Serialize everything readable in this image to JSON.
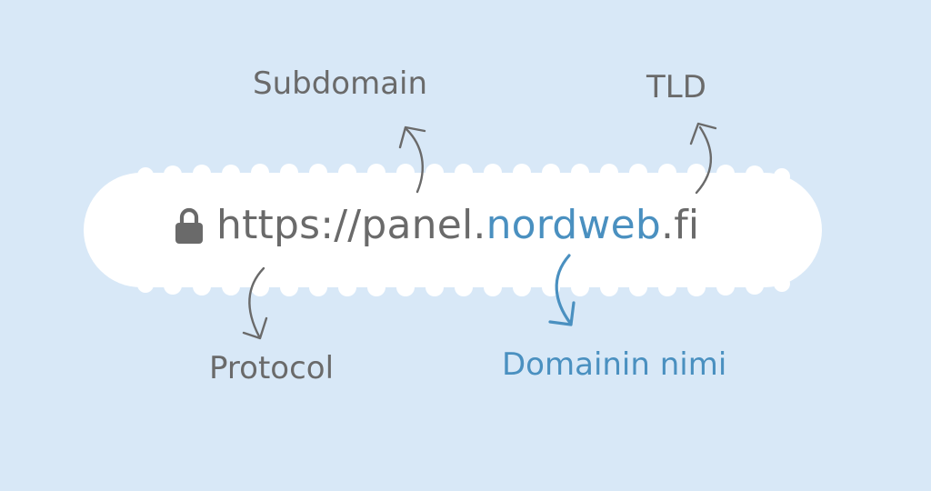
{
  "url": {
    "protocol_and_subdomain": "https://panel.",
    "domain": "nordweb",
    "tld": ".fi"
  },
  "labels": {
    "subdomain": "Subdomain",
    "tld": "TLD",
    "protocol": "Protocol",
    "domain_name": "Domainin nimi"
  },
  "colors": {
    "background": "#d8e8f7",
    "text_gray": "#6a6a6a",
    "accent_blue": "#4a90c0",
    "pill": "#ffffff"
  },
  "icons": {
    "lock": "lock-icon"
  }
}
